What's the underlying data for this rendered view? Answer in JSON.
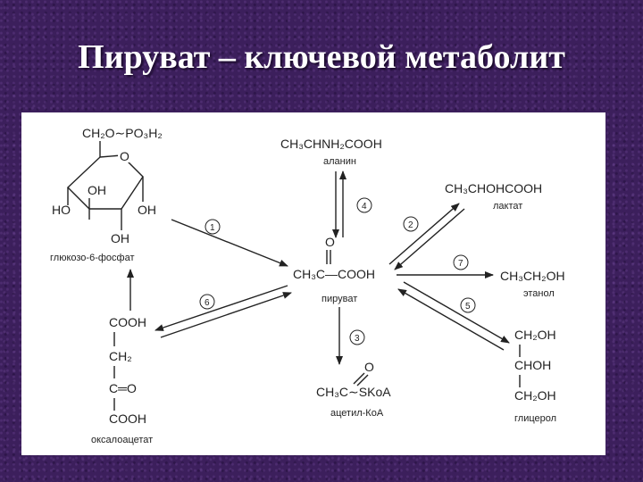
{
  "title": "Пируват – ключевой метаболит",
  "pyruvate": {
    "formula": "CH₃C—COOH",
    "oxygen": "O",
    "label": "пируват"
  },
  "glucose6p": {
    "top": "CH₂O∼PO₃H₂",
    "ring_o": "O",
    "oh_inner": "OH",
    "oh_left": "HO",
    "oh_right": "OH",
    "oh_bottom": "OH",
    "label": "глюкозо-6-фосфат"
  },
  "alanine": {
    "formula": "CH₃CHNH₂COOH",
    "label": "аланин"
  },
  "lactate": {
    "formula": "CH₃CHOHCOOH",
    "label": "лактат"
  },
  "ethanol": {
    "formula": "CH₃CH₂OH",
    "label": "этанол"
  },
  "glycerol": {
    "line1": "CH₂OH",
    "line2": "CHOH",
    "line3": "CH₂OH",
    "label": "глицерол"
  },
  "acetylcoa": {
    "formula": "CH₃C∼SKoA",
    "oxygen": "O",
    "label": "ацетил-КоА"
  },
  "oxaloacetate": {
    "line1": "COOH",
    "line2": "CH₂",
    "line3": "C═O",
    "line4": "COOH",
    "label": "оксалоацетат"
  },
  "reactions": [
    "1",
    "2",
    "3",
    "4",
    "5",
    "6",
    "7"
  ]
}
